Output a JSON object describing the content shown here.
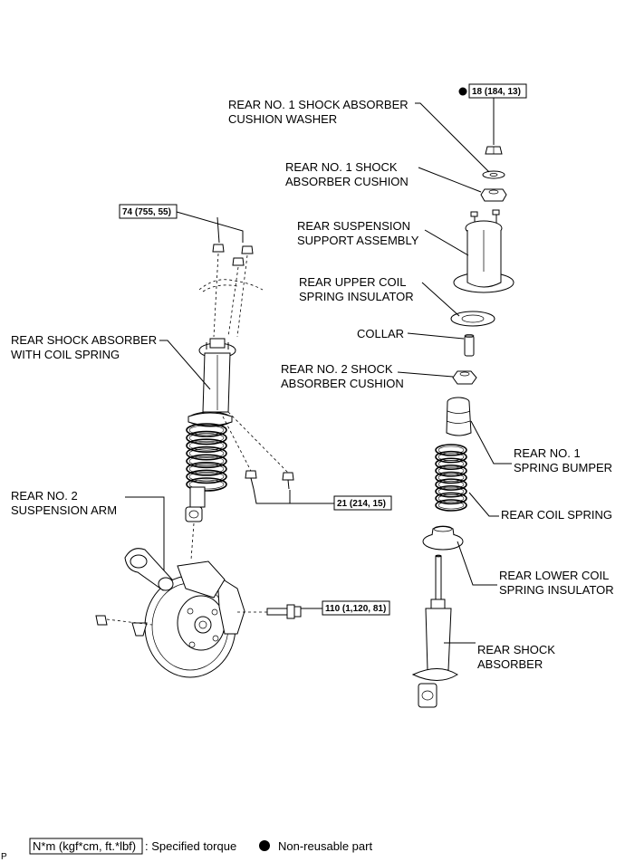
{
  "labels": {
    "cushion_washer_1": "REAR NO. 1 SHOCK ABSORBER",
    "cushion_washer_2": "CUSHION WASHER",
    "cushion1_1": "REAR NO. 1 SHOCK",
    "cushion1_2": "ABSORBER CUSHION",
    "support_1": "REAR SUSPENSION",
    "support_2": "SUPPORT ASSEMBLY",
    "upper_ins_1": "REAR UPPER COIL",
    "upper_ins_2": "SPRING INSULATOR",
    "collar": "COLLAR",
    "cushion2_1": "REAR NO. 2 SHOCK",
    "cushion2_2": "ABSORBER CUSHION",
    "bumper_1": "REAR NO. 1",
    "bumper_2": "SPRING  BUMPER",
    "coil_spring": "REAR COIL SPRING",
    "lower_ins_1": "REAR LOWER COIL",
    "lower_ins_2": "SPRING INSULATOR",
    "shock_1": "REAR SHOCK",
    "shock_2": "ABSORBER",
    "shock_coil_1": "REAR SHOCK ABSORBER",
    "shock_coil_2": "WITH COIL SPRING",
    "arm_1": "REAR NO. 2",
    "arm_2": "SUSPENSION ARM"
  },
  "torques": {
    "t18": "18 (184, 13)",
    "t74": "74 (755, 55)",
    "t21": "21 (214, 15)",
    "t110": "110 (1,120, 81)"
  },
  "legend": {
    "torque_box": "N*m (kgf*cm, ft.*lbf)",
    "torque_desc": ": Specified torque",
    "nonreusable_desc": "Non-reusable part"
  },
  "corner_mark": "P"
}
